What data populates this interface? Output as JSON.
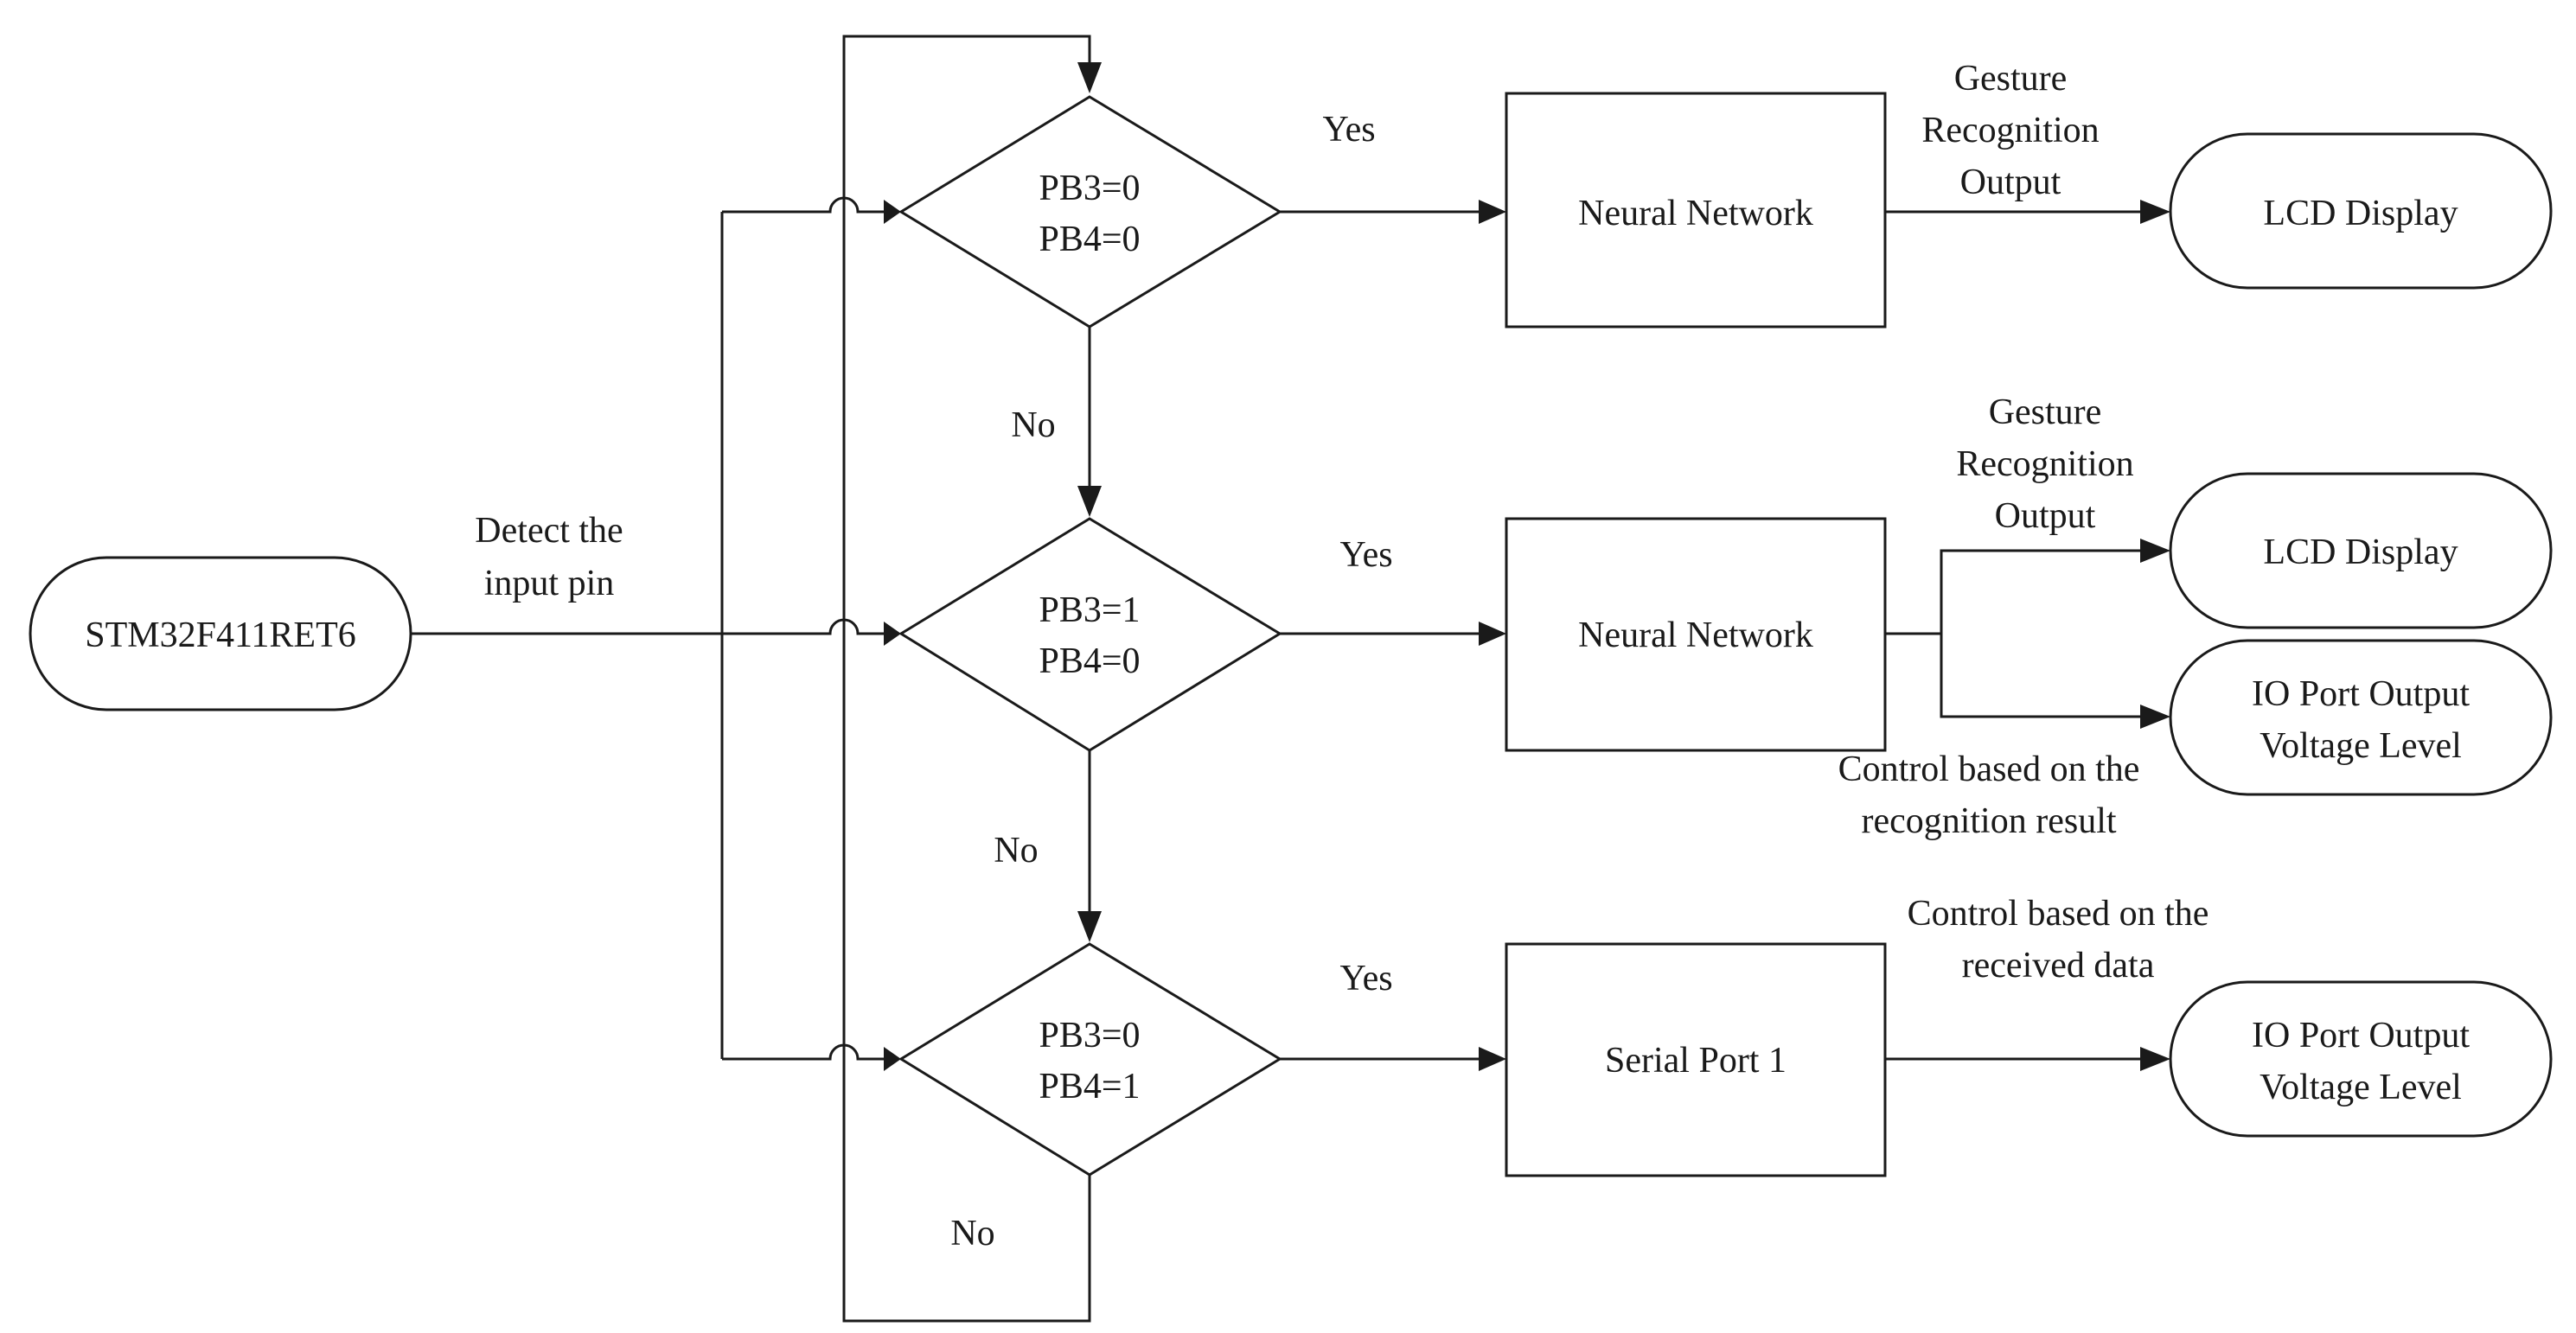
{
  "diagram": {
    "start": {
      "label": "STM32F411RET6"
    },
    "detect_label": {
      "line1": "Detect the",
      "line2": "input pin"
    },
    "decisions": [
      {
        "line1": "PB3=0",
        "line2": "PB4=0"
      },
      {
        "line1": "PB3=1",
        "line2": "PB4=0"
      },
      {
        "line1": "PB3=0",
        "line2": "PB4=1"
      }
    ],
    "branch_labels": {
      "yes": "Yes",
      "no": "No"
    },
    "processes": [
      "Neural Network",
      "Neural Network",
      "Serial Port 1"
    ],
    "outputs": {
      "lcd_display": "LCD Display",
      "io_port": {
        "line1": "IO Port Output",
        "line2": "Voltage Level"
      }
    },
    "annotations": {
      "gesture_output": {
        "line1": "Gesture",
        "line2": "Recognition",
        "line3": "Output"
      },
      "control_recognition": {
        "line1": "Control based on the",
        "line2": "recognition result"
      },
      "control_received": {
        "line1": "Control based on the",
        "line2": "received data"
      }
    }
  }
}
